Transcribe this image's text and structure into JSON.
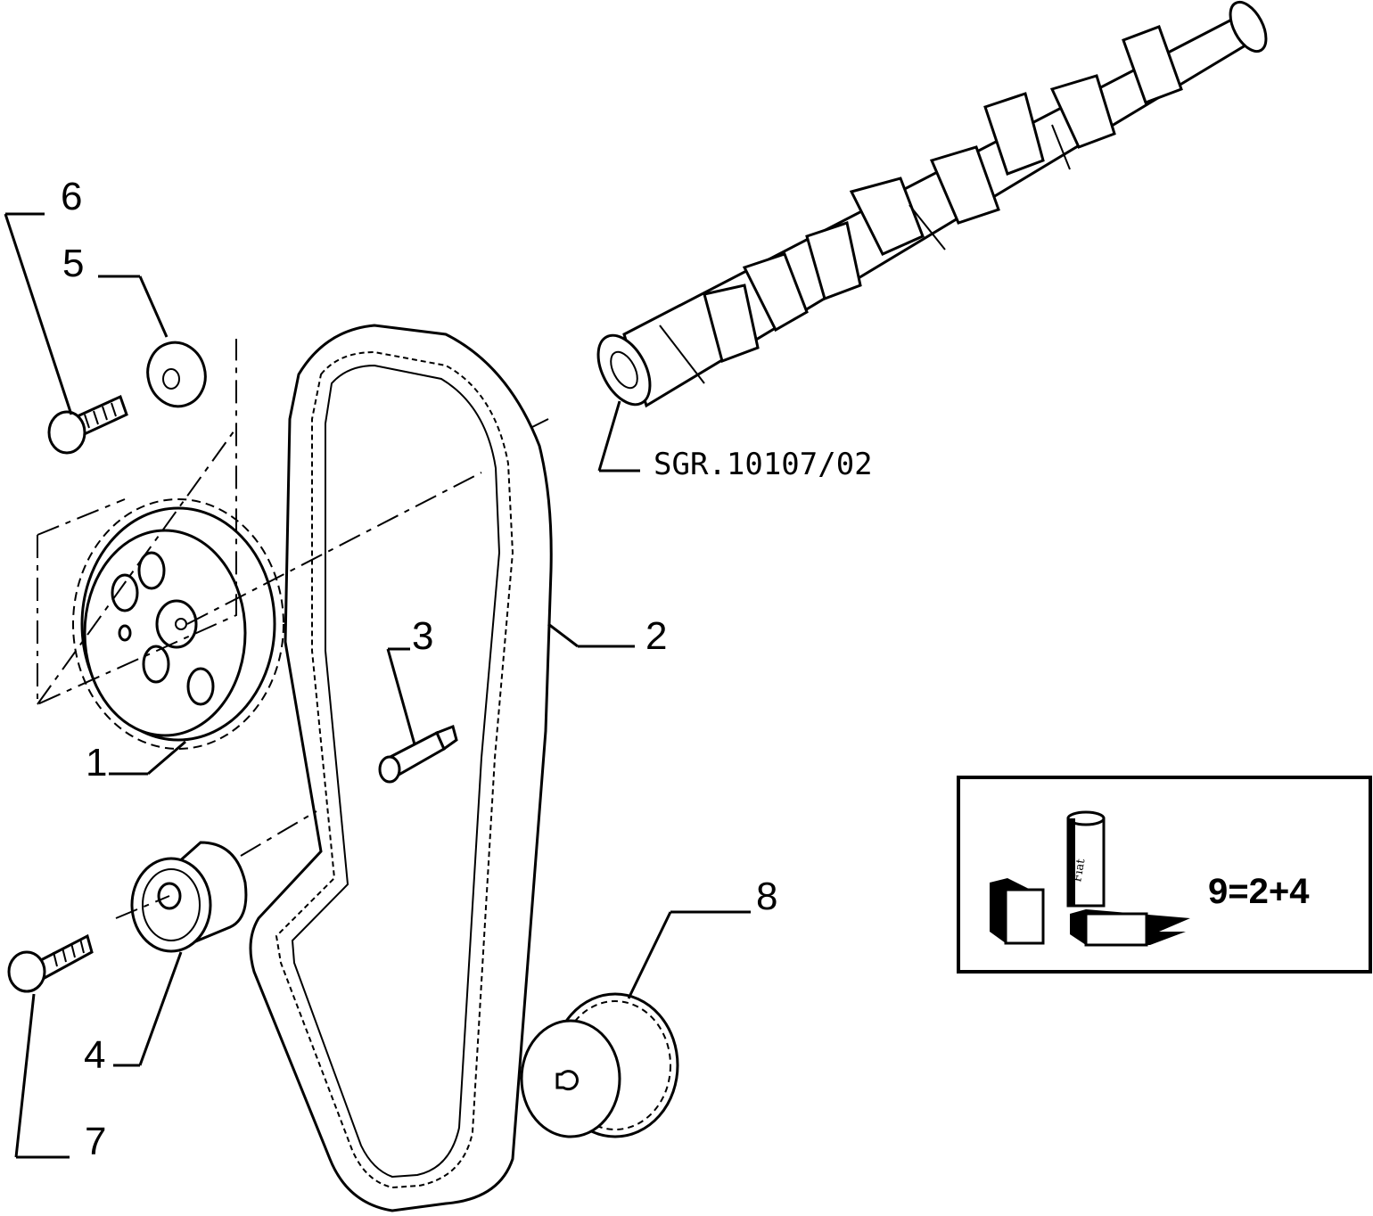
{
  "reference_code": "SGR.10107/02",
  "callouts": [
    {
      "id": "callout-1",
      "text": "1"
    },
    {
      "id": "callout-2",
      "text": "2"
    },
    {
      "id": "callout-3",
      "text": "3"
    },
    {
      "id": "callout-4",
      "text": "4"
    },
    {
      "id": "callout-5",
      "text": "5"
    },
    {
      "id": "callout-6",
      "text": "6"
    },
    {
      "id": "callout-7",
      "text": "7"
    },
    {
      "id": "callout-8",
      "text": "8"
    }
  ],
  "kit_box": {
    "label": "9=2+4",
    "brand_text": "Fiat"
  }
}
